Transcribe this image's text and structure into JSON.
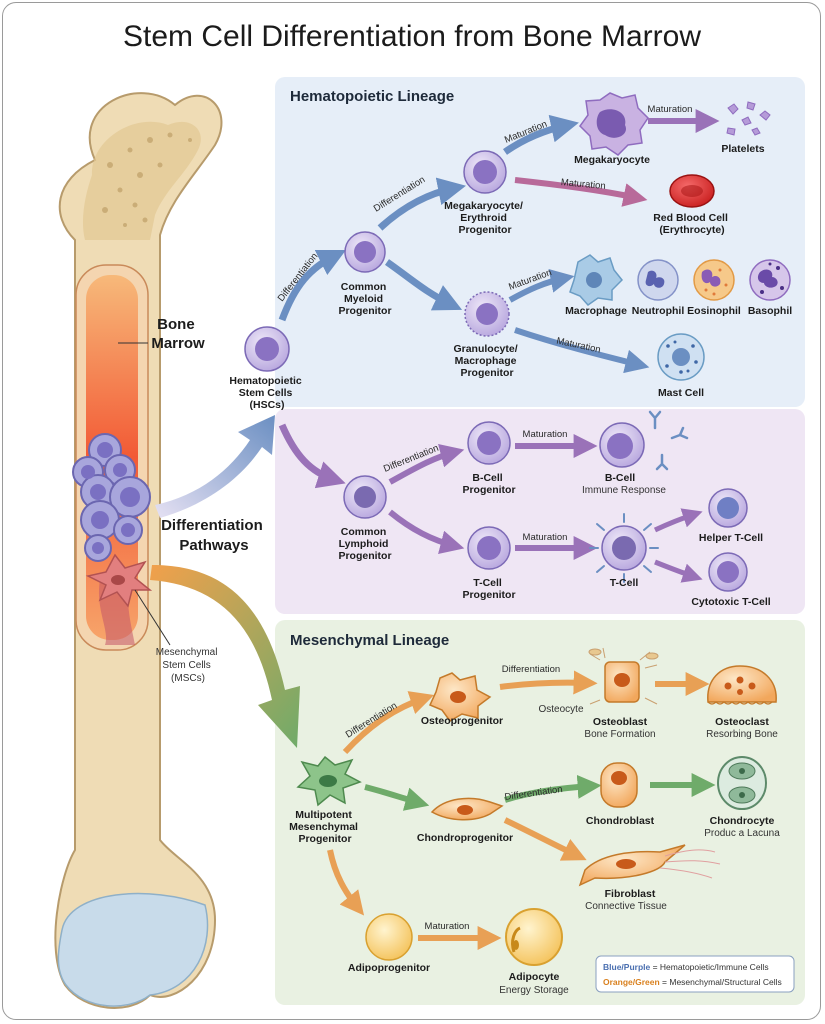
{
  "title": "Stem Cell Differentiation from Bone Marrow",
  "colors": {
    "hemato_panel": "#e6eef8",
    "lymph_panel": "#efe6f4",
    "mesench_panel": "#e9f1e2",
    "blue_arrow": "#6b8fc2",
    "purple_arrow": "#9a72b8",
    "orange_arrow": "#e8a055",
    "green_arrow": "#6fab6a",
    "cell_purple": "#8a72c2",
    "cell_orange": "#f0a050",
    "marrow_red": "#f06a3a",
    "bone_tan": "#efdcb5"
  },
  "sections": {
    "hematopoietic": "Hematopoietic Lineage",
    "mesenchymal": "Mesenchymal Lineage"
  },
  "bone": {
    "marrow_label": [
      "Bone",
      "Marrow"
    ],
    "pathways_label": [
      "Differentiation",
      "Pathways"
    ],
    "msc_label": [
      "Mesenchymal",
      "Stem Cells",
      "(MSCs)"
    ]
  },
  "cells": {
    "hsc": [
      "Hematopoietic",
      "Stem Cells",
      "(HSCs)"
    ],
    "cmp": [
      "Common",
      "Myeloid",
      "Progenitor"
    ],
    "mep": [
      "Megakaryocyte/",
      "Erythroid",
      "Progenitor"
    ],
    "megakaryocyte": "Megakaryocyte",
    "platelets": "Platelets",
    "rbc": [
      "Red Blood Cell",
      "(Erythrocyte)"
    ],
    "gmp": [
      "Granulocyte/",
      "Macrophage",
      "Progenitor"
    ],
    "macrophage": "Macrophage",
    "neutrophil": "Neutrophil",
    "eosinophil": "Eosinophil",
    "basophil": "Basophil",
    "mast_cell": "Mast Cell",
    "clp": [
      "Common",
      "Lymphoid",
      "Progenitor"
    ],
    "bcell_prog": [
      "B-Cell",
      "Progenitor"
    ],
    "bcell": "B-Cell",
    "bcell_sub": "Immune Response",
    "tcell_prog": [
      "T-Cell",
      "Progenitor"
    ],
    "tcell": "T-Cell",
    "helper_t": "Helper T-Cell",
    "cytotoxic_t": "Cytotoxic T-Cell",
    "mmp": [
      "Multipotent",
      "Mesenchymal",
      "Progenitor"
    ],
    "osteoprogenitor": "Osteoprogenitor",
    "osteocyte": "Osteocyte",
    "osteoblast": "Osteoblast",
    "osteoblast_sub": "Bone Formation",
    "osteoclast": "Osteoclast",
    "osteoclast_sub": "Resorbing Bone",
    "chondroprogenitor": "Chondroprogenitor",
    "chondroblast": "Chondroblast",
    "chondrocyte": "Chondrocyte",
    "chondrocyte_sub": "Produc a Lacuna",
    "fibroblast": "Fibroblast",
    "fibroblast_sub": "Connective Tissue",
    "adipoprogenitor": "Adipoprogenitor",
    "adipocyte": "Adipocyte",
    "adipocyte_sub": "Energy Storage"
  },
  "arrows": {
    "differentiation": "Differentiation",
    "maturation": "Maturation"
  },
  "legend": {
    "blue_key": "Blue/Purple",
    "blue_desc": " = Hematopoietic/Immune Cells",
    "orange_key": "Orange/Green",
    "orange_desc": " = Mesenchymal/Structural Cells"
  }
}
